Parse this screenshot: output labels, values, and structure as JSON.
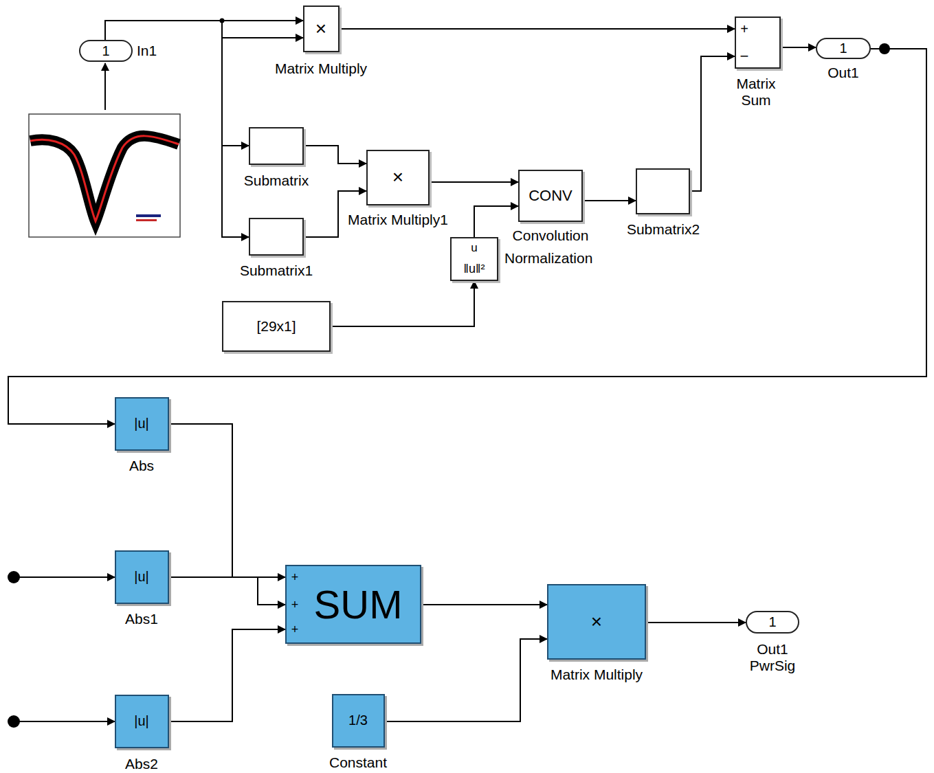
{
  "diagram": {
    "nodes": [
      {
        "text": [
          "1",
          "In1"
        ]
      },
      {
        "text": [
          "×",
          "Matrix Multiply"
        ]
      },
      {
        "text": [
          "+",
          "−",
          "Matrix Sum"
        ]
      },
      {
        "text": [
          "1",
          "Out1"
        ]
      },
      {
        "text": [
          "Submatrix"
        ]
      },
      {
        "text": [
          "×",
          "Matrix Multiply1"
        ]
      },
      {
        "text": [
          "CONV",
          "Convolution"
        ]
      },
      {
        "text": [
          "Submatrix2"
        ]
      },
      {
        "text": [
          "Submatrix1"
        ]
      },
      {
        "text": [
          "u",
          "‖u‖²",
          "Normalization"
        ]
      },
      {
        "text": [
          "[29x1]"
        ]
      },
      {
        "text": [
          "|u|",
          "Abs"
        ]
      },
      {
        "text": [
          "|u|",
          "Abs1"
        ]
      },
      {
        "text": [
          "+",
          "+",
          "+",
          "SUM"
        ]
      },
      {
        "text": [
          "×",
          "Matrix Multiply"
        ]
      },
      {
        "text": [
          "1",
          "Out1 PwrSig"
        ]
      },
      {
        "text": [
          "|u|",
          "Abs2"
        ]
      },
      {
        "text": [
          "1/3",
          "Constant"
        ]
      }
    ],
    "edges": [
      {
        "from": 0,
        "to": 1,
        "arrow": "to"
      },
      {
        "from": 0,
        "to": 1,
        "arrow": "to"
      },
      {
        "from": 0,
        "to": 4,
        "arrow": "to"
      },
      {
        "from": 0,
        "to": 8,
        "arrow": "to"
      },
      {
        "from": 1,
        "to": 2,
        "arrow": "to"
      },
      {
        "from": 4,
        "to": 5,
        "arrow": "to"
      },
      {
        "from": 8,
        "to": 5,
        "arrow": "to"
      },
      {
        "from": 5,
        "to": 6,
        "arrow": "to"
      },
      {
        "from": 9,
        "to": 6,
        "arrow": "to"
      },
      {
        "from": 10,
        "to": 9,
        "arrow": "to"
      },
      {
        "from": 6,
        "to": 7,
        "arrow": "to"
      },
      {
        "from": 7,
        "to": 2,
        "arrow": "to"
      },
      {
        "from": 2,
        "to": 3,
        "arrow": "to"
      },
      {
        "from": 3,
        "to": 11,
        "arrow": "to"
      },
      {
        "from": 11,
        "to": 13,
        "arrow": "to"
      },
      {
        "from": 12,
        "to": 13,
        "arrow": "to"
      },
      {
        "from": 16,
        "to": 13,
        "arrow": "to"
      },
      {
        "from": 13,
        "to": 14,
        "arrow": "to"
      },
      {
        "from": 17,
        "to": 14,
        "arrow": "to"
      },
      {
        "from": 14,
        "to": 15,
        "arrow": "to"
      }
    ]
  }
}
